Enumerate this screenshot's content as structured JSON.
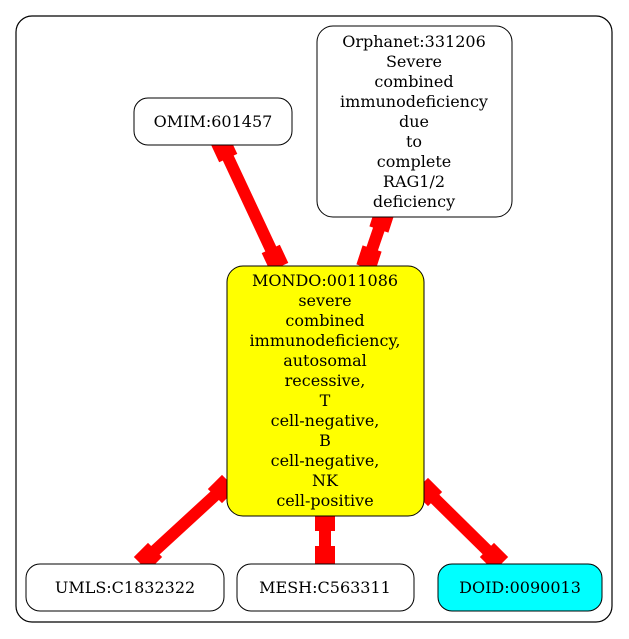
{
  "diagram": {
    "nodes": [
      {
        "id": "center",
        "lines": [
          "MONDO:0011086",
          "severe",
          "combined",
          "immunodeficiency,",
          "autosomal",
          "recessive,",
          "T",
          "cell-negative,",
          "B",
          "cell-negative,",
          "NK",
          "cell-positive"
        ],
        "fill": "#ffff00"
      },
      {
        "id": "omim",
        "lines": [
          "OMIM:601457"
        ],
        "fill": "#ffffff"
      },
      {
        "id": "orphanet",
        "lines": [
          "Orphanet:331206",
          "Severe",
          "combined",
          "immunodeficiency",
          "due",
          "to",
          "complete",
          "RAG1/2",
          "deficiency"
        ],
        "fill": "#ffffff"
      },
      {
        "id": "umls",
        "lines": [
          "UMLS:C1832322"
        ],
        "fill": "#ffffff"
      },
      {
        "id": "mesh",
        "lines": [
          "MESH:C563311"
        ],
        "fill": "#ffffff"
      },
      {
        "id": "doid",
        "lines": [
          "DOID:0090013"
        ],
        "fill": "#00ffff"
      }
    ],
    "edge_color": "#ff0000"
  }
}
